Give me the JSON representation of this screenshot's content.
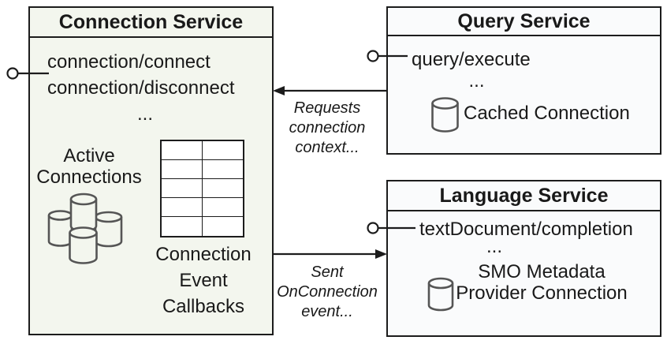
{
  "colors": {
    "connection_fill": "#f3f6ee",
    "service_fill": "#fafbfc",
    "border": "#1c1c1c",
    "text": "#191919",
    "cylinder_stroke": "#555555",
    "table_fill": "#ffffff"
  },
  "connection_service": {
    "title": "Connection Service",
    "methods": [
      "connection/connect",
      "connection/disconnect"
    ],
    "ellipsis": "...",
    "active_connections_lines": [
      "Active",
      "Connections"
    ],
    "callbacks_lines": [
      "Connection",
      "Event",
      "Callbacks"
    ]
  },
  "query_service": {
    "title": "Query Service",
    "method": "query/execute",
    "ellipsis": "...",
    "cache_label": "Cached Connection"
  },
  "language_service": {
    "title": "Language Service",
    "method": "textDocument/completion",
    "ellipsis": "...",
    "connection_label_lines": [
      "SMO Metadata",
      "Provider Connection"
    ]
  },
  "edges": {
    "requests_label_lines": [
      "Requests",
      "connection",
      "context..."
    ],
    "sent_label_lines": [
      "Sent",
      "OnConnection",
      "event..."
    ]
  }
}
